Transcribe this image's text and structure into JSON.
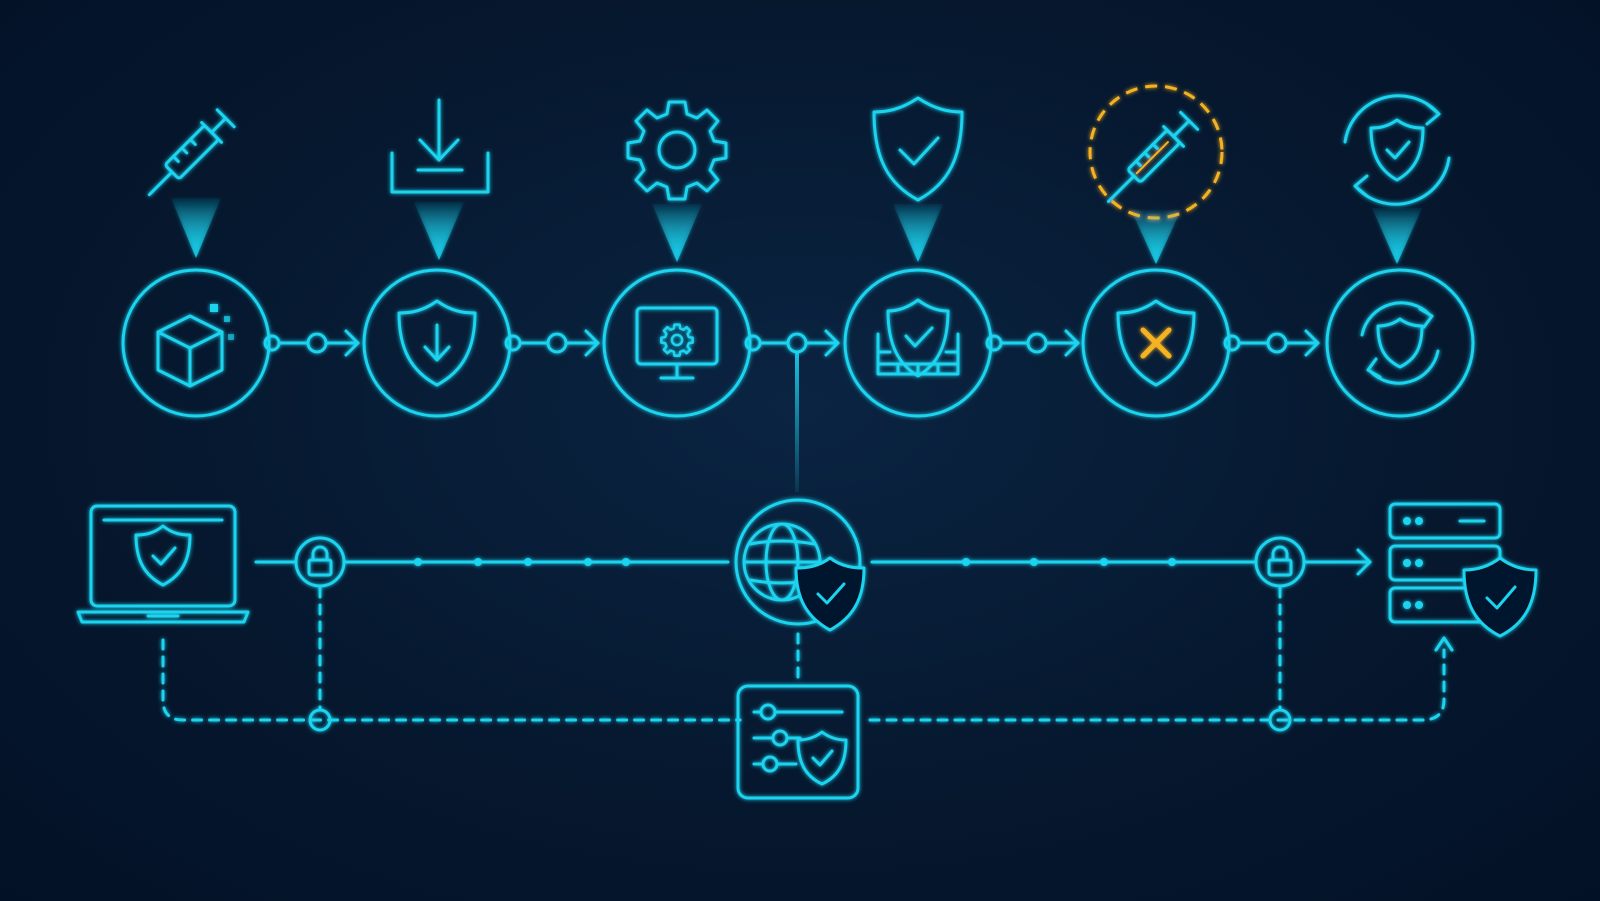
{
  "colors": {
    "background": "#04152b",
    "primary": "#1ad4f0",
    "accent": "#f5b321"
  },
  "pipeline": {
    "stages": [
      {
        "top_icon": "syringe-icon",
        "node_icon": "package-cube-icon",
        "status": "normal"
      },
      {
        "top_icon": "download-tray-icon",
        "node_icon": "shield-download-icon",
        "status": "normal"
      },
      {
        "top_icon": "gear-icon",
        "node_icon": "monitor-gear-icon",
        "status": "normal"
      },
      {
        "top_icon": "shield-check-icon",
        "node_icon": "shield-firewall-icon",
        "status": "normal"
      },
      {
        "top_icon": "syringe-highlighted-icon",
        "node_icon": "shield-x-icon",
        "status": "blocked"
      },
      {
        "top_icon": "shield-refresh-icon",
        "node_icon": "shield-cycle-icon",
        "status": "normal"
      }
    ]
  },
  "network": {
    "nodes": [
      {
        "icon": "laptop-shield-icon"
      },
      {
        "icon": "lock-icon"
      },
      {
        "icon": "globe-shield-icon"
      },
      {
        "icon": "lock-icon"
      },
      {
        "icon": "server-shield-icon"
      }
    ],
    "control_panel_icon": "settings-panel-shield-icon"
  }
}
